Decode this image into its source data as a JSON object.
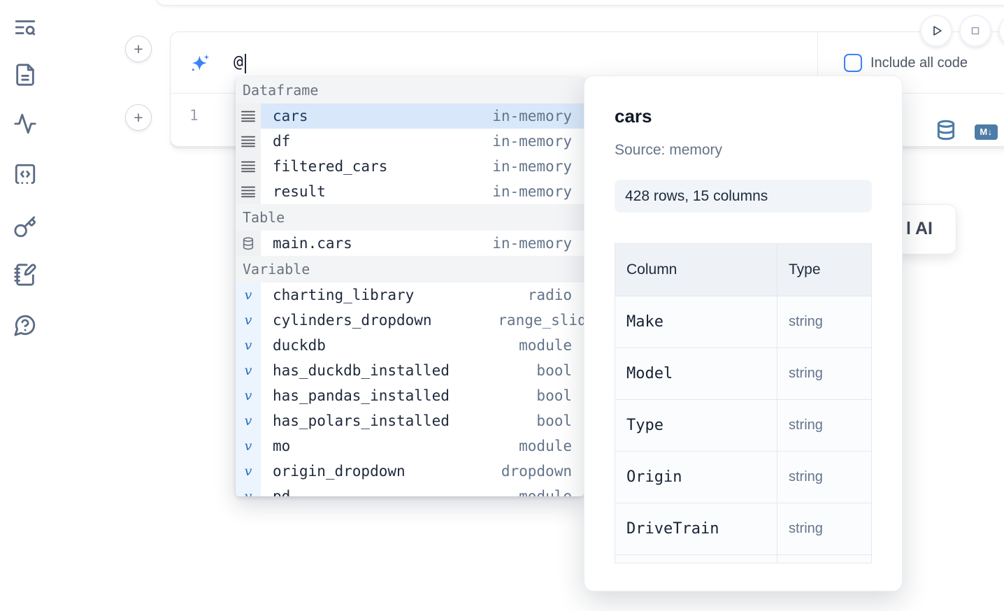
{
  "sidebar": {
    "icons": [
      "list-search",
      "file-document",
      "activity",
      "code-cell",
      "key",
      "notebook-pen",
      "help-chat"
    ]
  },
  "buttons": {
    "add_cell": "+"
  },
  "prompt": {
    "value": "@",
    "include_all_code_label": "Include all code"
  },
  "cell": {
    "line_number": "1"
  },
  "icons": {
    "markdown_badge": "M↓",
    "variable_glyph": "v"
  },
  "popup": {
    "sections": [
      {
        "label": "Dataframe",
        "items": [
          {
            "name": "cars",
            "type": "in-memory",
            "selected": true
          },
          {
            "name": "df",
            "type": "in-memory"
          },
          {
            "name": "filtered_cars",
            "type": "in-memory"
          },
          {
            "name": "result",
            "type": "in-memory"
          }
        ]
      },
      {
        "label": "Table",
        "items": [
          {
            "name": "main.cars",
            "type": "in-memory"
          }
        ]
      },
      {
        "label": "Variable",
        "items": [
          {
            "name": "charting_library",
            "type": "radio"
          },
          {
            "name": "cylinders_dropdown",
            "type": "range_slider"
          },
          {
            "name": "duckdb",
            "type": "module"
          },
          {
            "name": "has_duckdb_installed",
            "type": "bool"
          },
          {
            "name": "has_pandas_installed",
            "type": "bool"
          },
          {
            "name": "has_polars_installed",
            "type": "bool"
          },
          {
            "name": "mo",
            "type": "module"
          },
          {
            "name": "origin_dropdown",
            "type": "dropdown"
          },
          {
            "name": "pd",
            "type": "module"
          }
        ]
      }
    ]
  },
  "preview": {
    "title": "cars",
    "source": "Source: memory",
    "shape": "428 rows, 15 columns",
    "table": {
      "headers": [
        "Column",
        "Type"
      ],
      "rows": [
        [
          "Make",
          "string"
        ],
        [
          "Model",
          "string"
        ],
        [
          "Type",
          "string"
        ],
        [
          "Origin",
          "string"
        ],
        [
          "DriveTrain",
          "string"
        ]
      ]
    }
  },
  "partial_card": {
    "visible_label": "l AI"
  },
  "colors": {
    "accent_blue": "#3b82f6",
    "steel_blue": "#4d7ca6",
    "selected_row": "#d8e8fa",
    "section_header_bg": "#f3f4f6",
    "pill_bg": "#f1f5f9"
  }
}
